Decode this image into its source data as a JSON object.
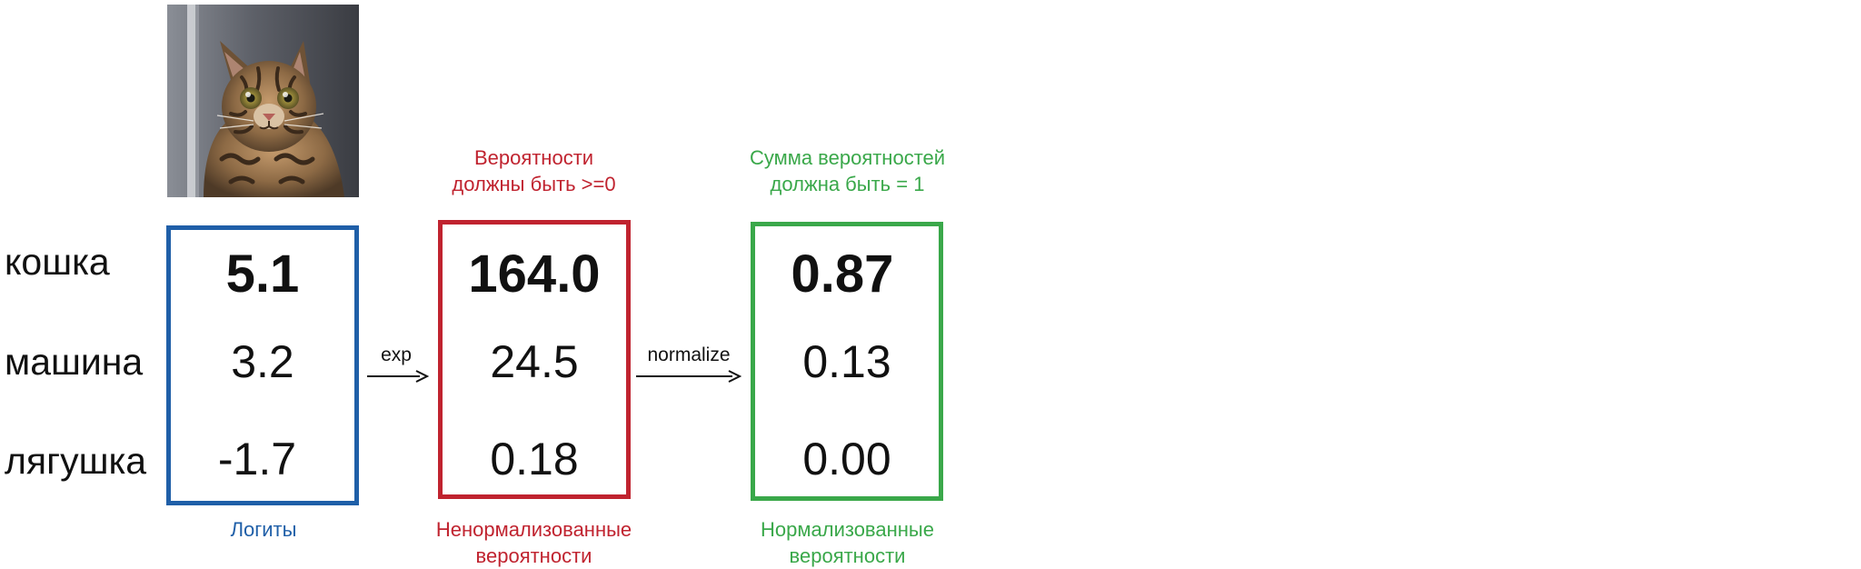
{
  "colors": {
    "logits": "#1f5fa8",
    "unnormalized": "#c0232f",
    "normalized": "#3aa84a",
    "text": "#111111"
  },
  "row_labels": [
    "кошка",
    "машина",
    "лягушка"
  ],
  "logits": {
    "values": [
      "5.1",
      "3.2",
      "-1.7"
    ],
    "caption": "Логиты"
  },
  "exp_label": "exp",
  "unnormalized": {
    "top_caption_line1": "Вероятности",
    "top_caption_line2": "должны быть >=0",
    "values": [
      "164.0",
      "24.5",
      "0.18"
    ],
    "caption_line1": "Ненормализованные",
    "caption_line2": "вероятности"
  },
  "normalize_label": "normalize",
  "normalized": {
    "top_caption_line1": "Сумма вероятностей",
    "top_caption_line2": "должна быть = 1",
    "values": [
      "0.87",
      "0.13",
      "0.00"
    ],
    "caption_line1": "Нормализованные",
    "caption_line2": "вероятности"
  },
  "image": {
    "icon": "cat-photo"
  }
}
